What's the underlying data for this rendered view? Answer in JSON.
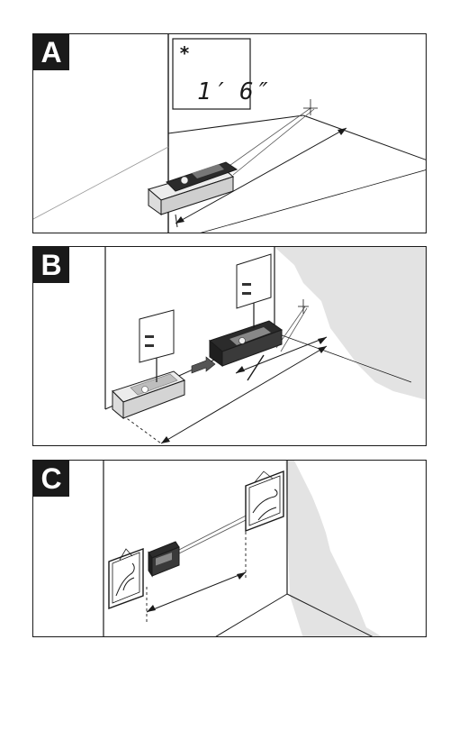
{
  "panels": [
    {
      "label": "A",
      "display": {
        "symbol": "*",
        "reading": "1′ 6″"
      }
    },
    {
      "label": "B"
    },
    {
      "label": "C"
    }
  ],
  "colors": {
    "stroke": "#1a1a1a",
    "wall_shadow": "#e3e3e3",
    "device_dark": "#2b2b2b",
    "device_light": "#d9d9d9"
  }
}
